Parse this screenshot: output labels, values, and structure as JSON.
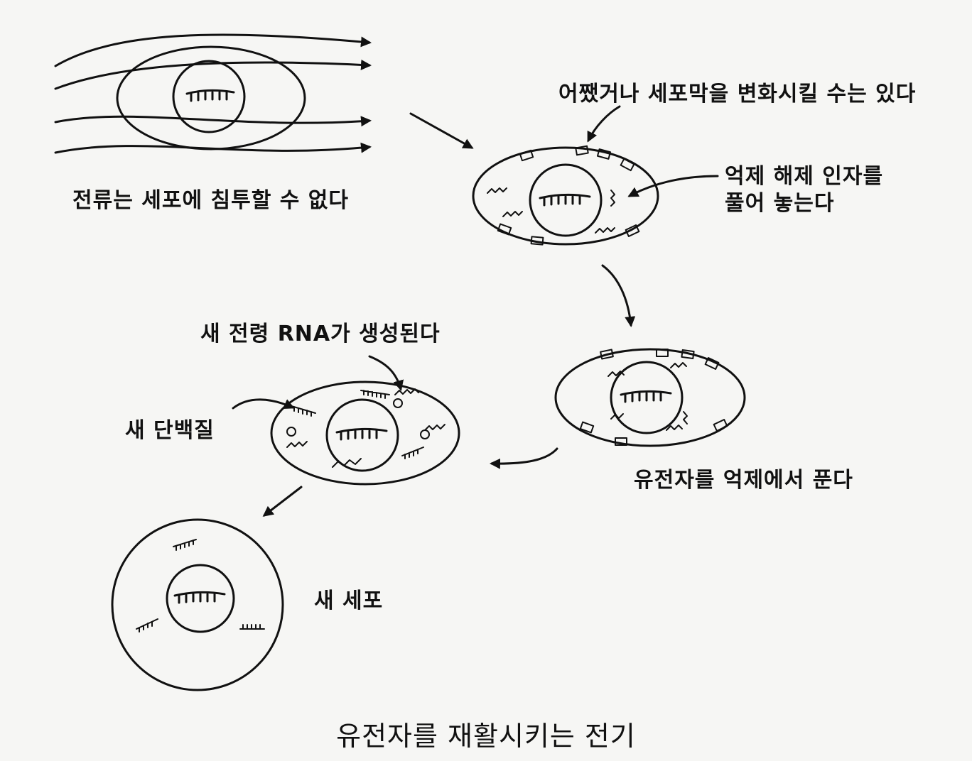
{
  "labels": {
    "current_cannot_penetrate": "전류는 세포에 침투할 수 없다",
    "alter_membrane": "어쨌거나 세포막을 변화시킬 수는 있다",
    "release_factor_line1": "억제 해제 인자를",
    "release_factor_line2": "풀어 놓는다",
    "derepress_gene": "유전자를 억제에서 푼다",
    "new_rna": "새 전령 RNA가 생성된다",
    "new_protein": "새 단백질",
    "new_cell": "새 세포"
  },
  "caption": "유전자를 재활시키는 전기",
  "colors": {
    "ink": "#111111",
    "paper": "#f6f6f4"
  }
}
